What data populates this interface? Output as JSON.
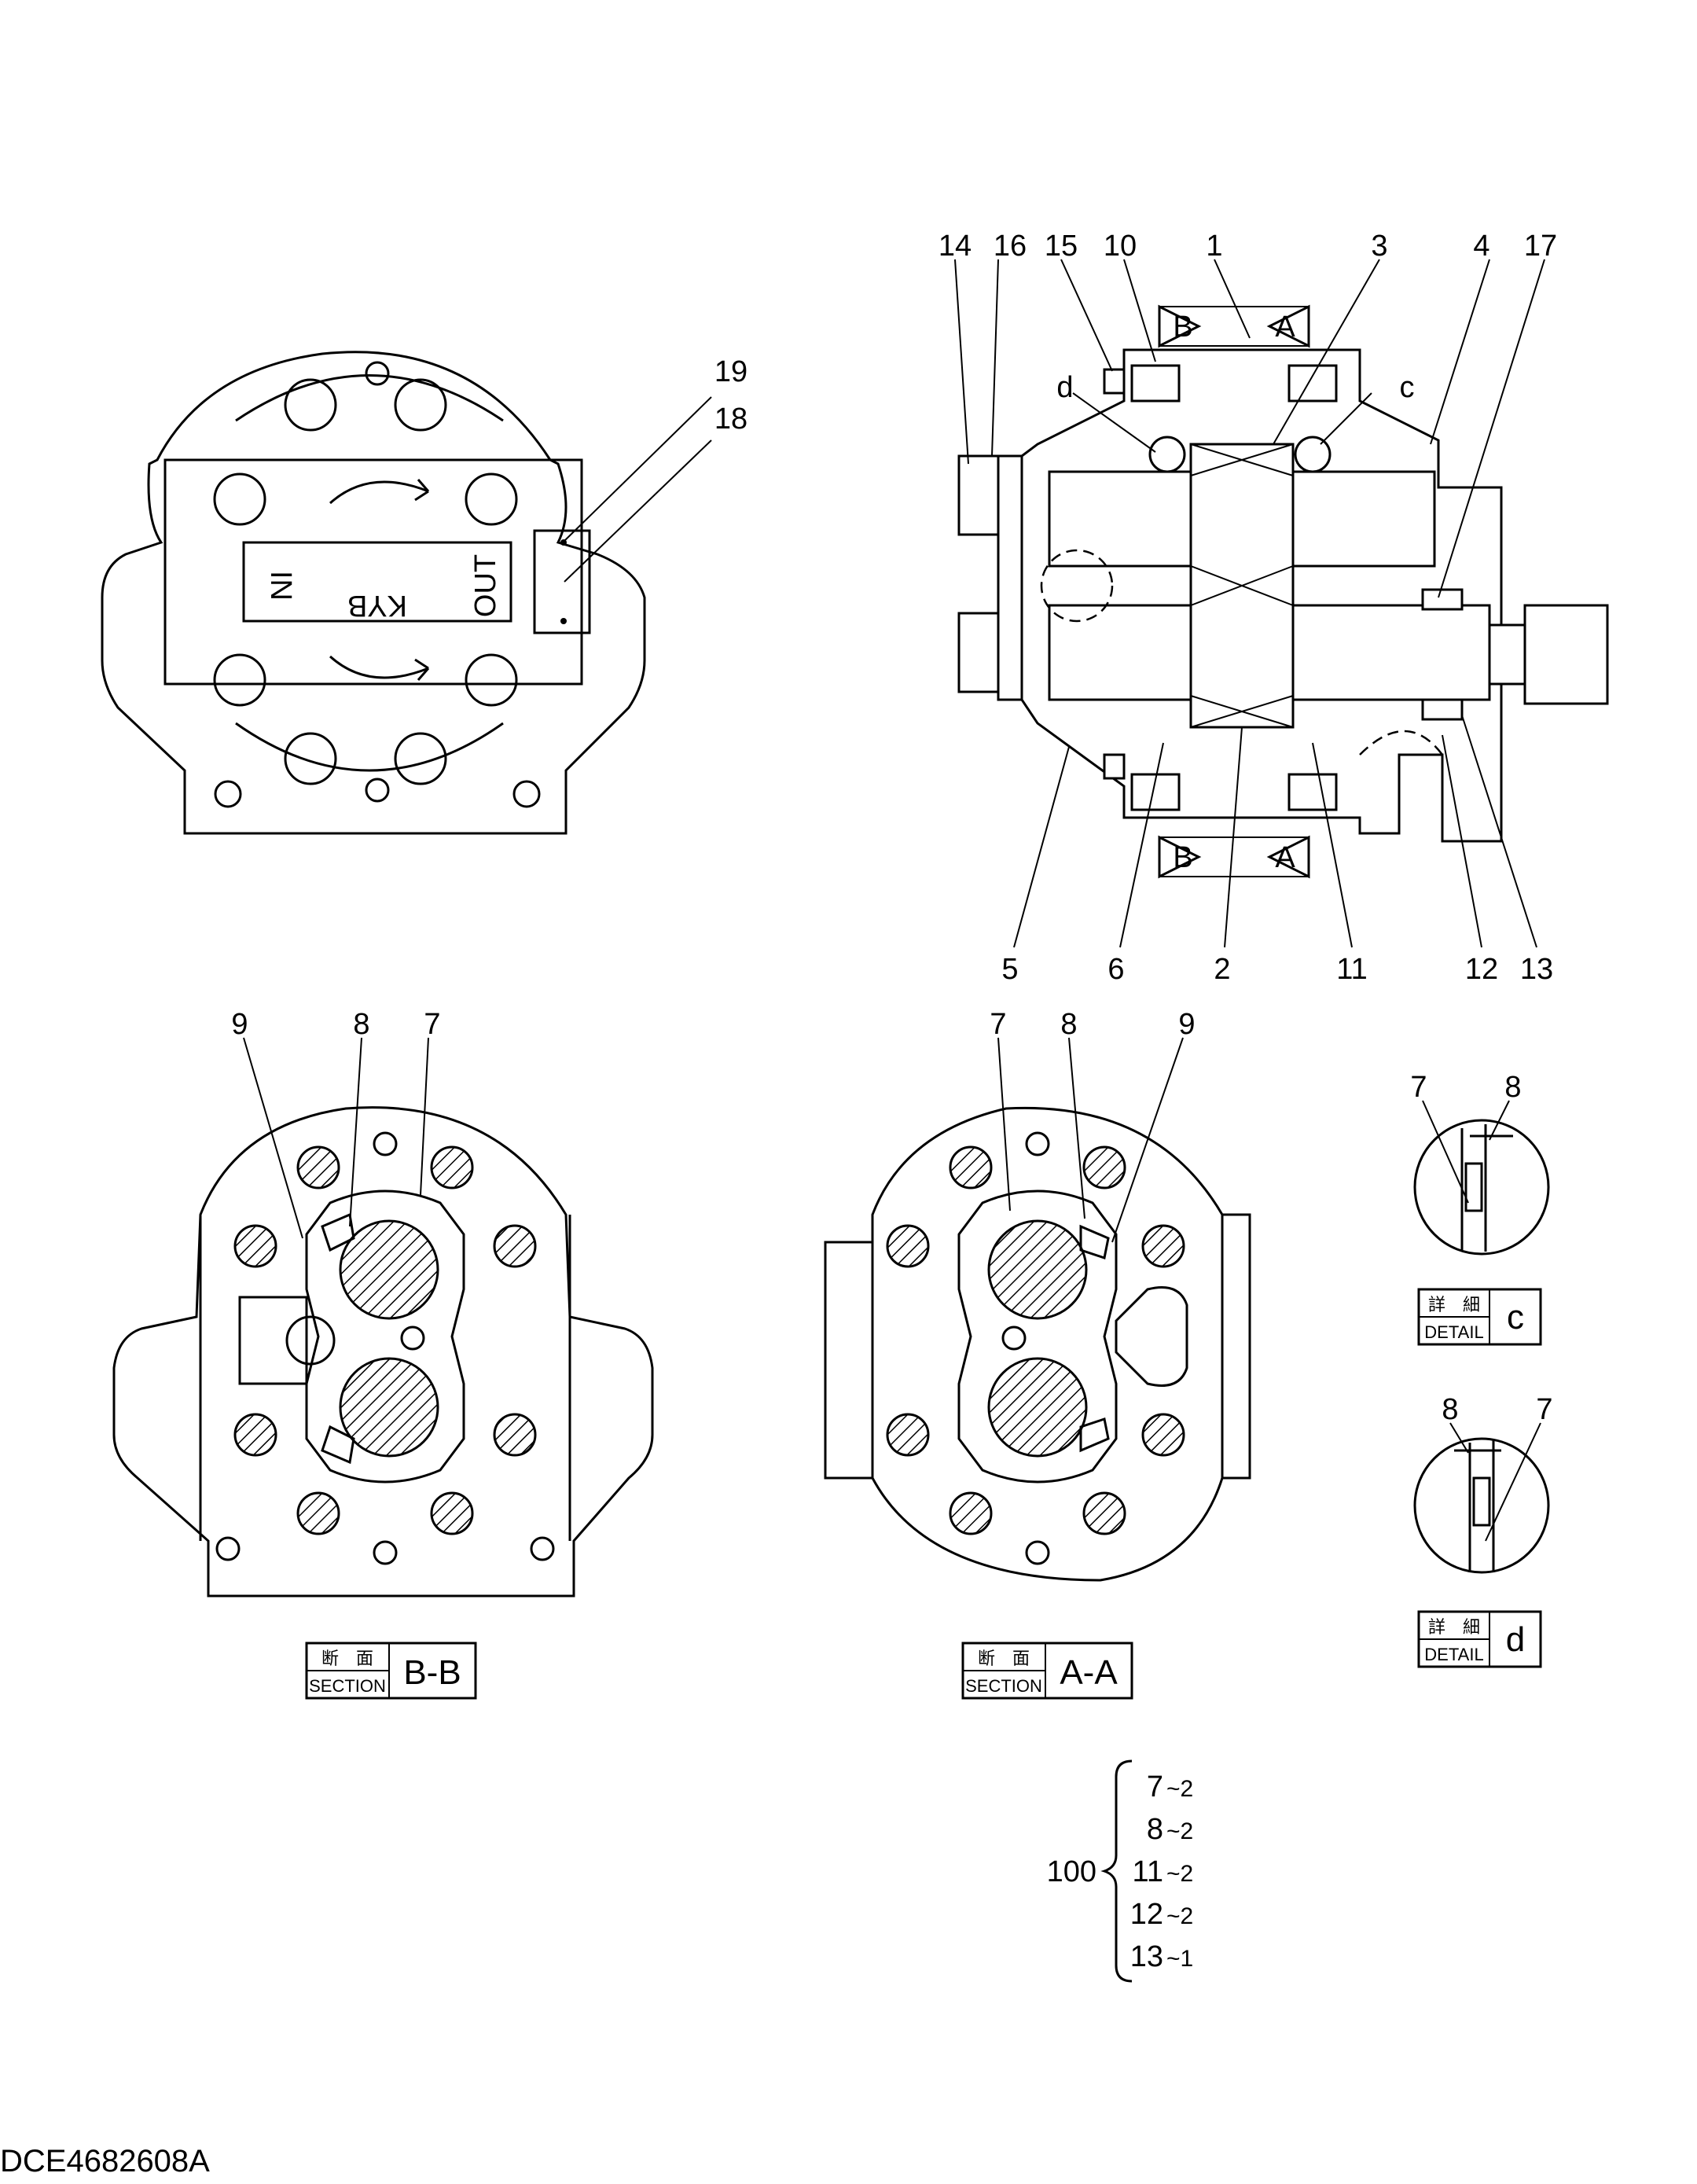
{
  "document_id": "DCE4682608A",
  "callouts": {
    "top_right": [
      "14",
      "16",
      "15",
      "10",
      "1",
      "3",
      "4",
      "17"
    ],
    "bottom_right": [
      "5",
      "6",
      "2",
      "11",
      "12",
      "13"
    ],
    "face_view": [
      "19",
      "18"
    ],
    "detail_letters": [
      "d",
      "c"
    ],
    "section_bb": [
      "9",
      "8",
      "7"
    ],
    "section_aa": [
      "7",
      "8",
      "9"
    ],
    "detail_c": [
      "7",
      "8"
    ],
    "detail_d": [
      "8",
      "7"
    ]
  },
  "section_arrows": {
    "b": "B",
    "a": "A"
  },
  "face_markings": {
    "in": "IN",
    "out": "OUT",
    "center_mark": "KYB"
  },
  "labels": {
    "section_bb": {
      "jp": "断　面",
      "en": "SECTION",
      "id": "B-B"
    },
    "section_aa": {
      "jp": "断　面",
      "en": "SECTION",
      "id": "A-A"
    },
    "detail_c": {
      "jp": "詳　細",
      "en": "DETAIL",
      "id": "c"
    },
    "detail_d": {
      "jp": "詳　細",
      "en": "DETAIL",
      "id": "d"
    }
  },
  "kit": {
    "number": "100",
    "items": [
      {
        "part": "7",
        "qty": "~2"
      },
      {
        "part": "8",
        "qty": "~2"
      },
      {
        "part": "11",
        "qty": "~2"
      },
      {
        "part": "12",
        "qty": "~2"
      },
      {
        "part": "13",
        "qty": "~1"
      }
    ]
  }
}
